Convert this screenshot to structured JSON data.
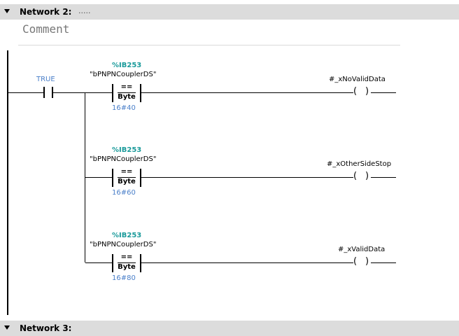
{
  "network2": {
    "title": "Network 2:",
    "title_dots": ".....",
    "comment": "Comment"
  },
  "network3": {
    "title": "Network 3:"
  },
  "contact_true": {
    "label": "TRUE"
  },
  "rungs": [
    {
      "address": "%IB253",
      "symbol": "\"bPNPNCouplerDS\"",
      "operator": "==",
      "type": "Byte",
      "value": "16#40",
      "coil": "#_xNoValidData"
    },
    {
      "address": "%IB253",
      "symbol": "\"bPNPNCouplerDS\"",
      "operator": "==",
      "type": "Byte",
      "value": "16#60",
      "coil": "#_xOtherSideStop"
    },
    {
      "address": "%IB253",
      "symbol": "\"bPNPNCouplerDS\"",
      "operator": "==",
      "type": "Byte",
      "value": "16#80",
      "coil": "#_xValidData"
    }
  ],
  "coil_glyph": {
    "left": "(",
    "right": ")"
  }
}
